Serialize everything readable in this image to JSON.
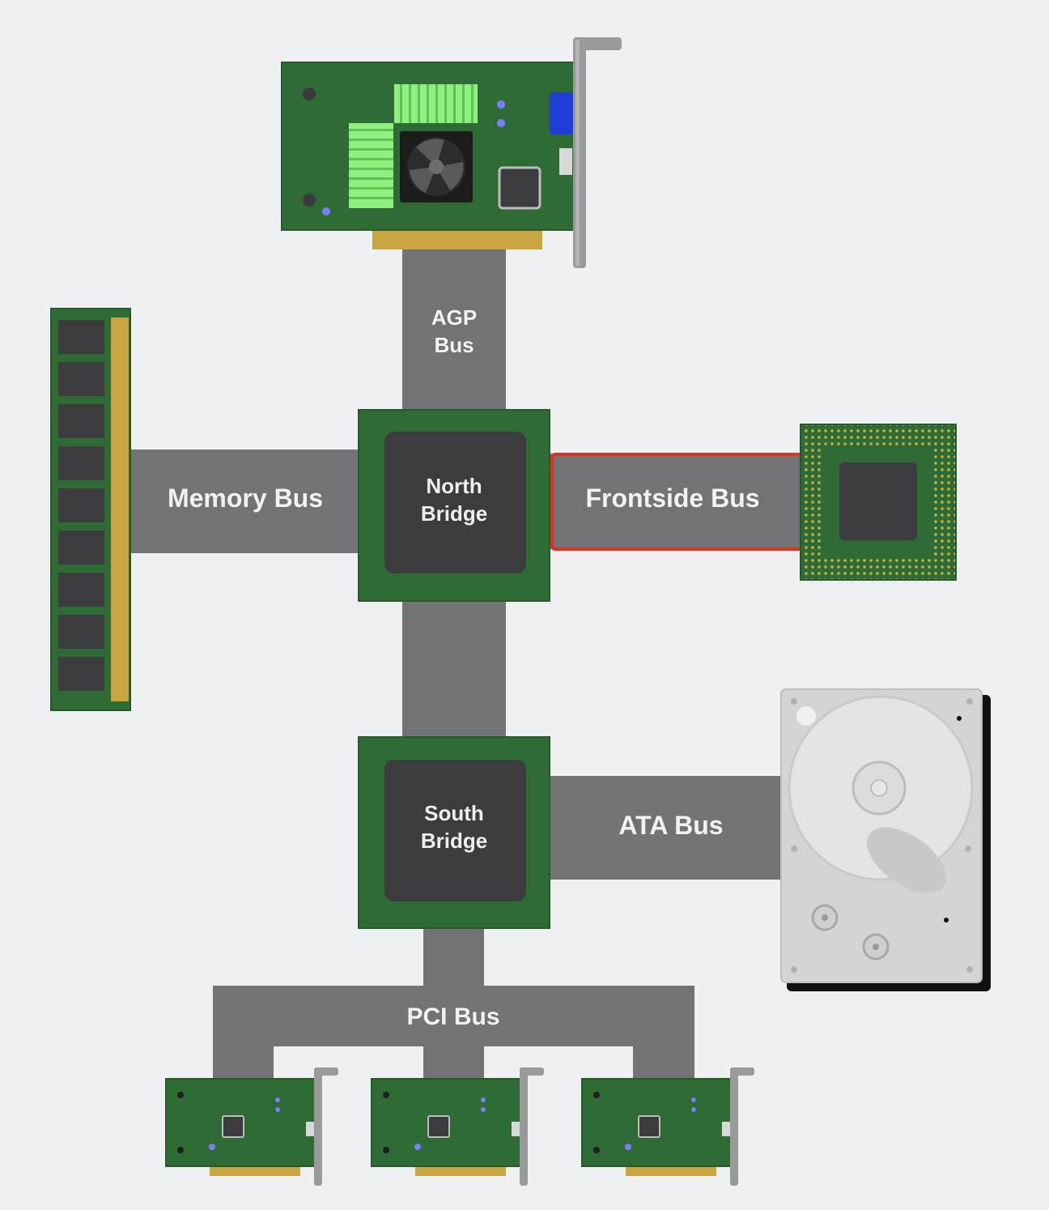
{
  "diagram": {
    "buses": {
      "agp": {
        "line1": "AGP",
        "line2": "Bus"
      },
      "memory": {
        "label": "Memory Bus"
      },
      "frontside": {
        "label": "Frontside Bus",
        "highlighted": true
      },
      "ata": {
        "label": "ATA Bus"
      },
      "pci": {
        "label": "PCI Bus"
      }
    },
    "chips": {
      "north": {
        "line1": "North",
        "line2": "Bridge"
      },
      "south": {
        "line1": "South",
        "line2": "Bridge"
      }
    },
    "colors": {
      "background": "#eff0f2",
      "bus": "#737376",
      "board_green": "#2f6b35",
      "chip_dark": "#3c3c3e",
      "gold": "#c9a642",
      "highlight": "#e03020"
    }
  }
}
